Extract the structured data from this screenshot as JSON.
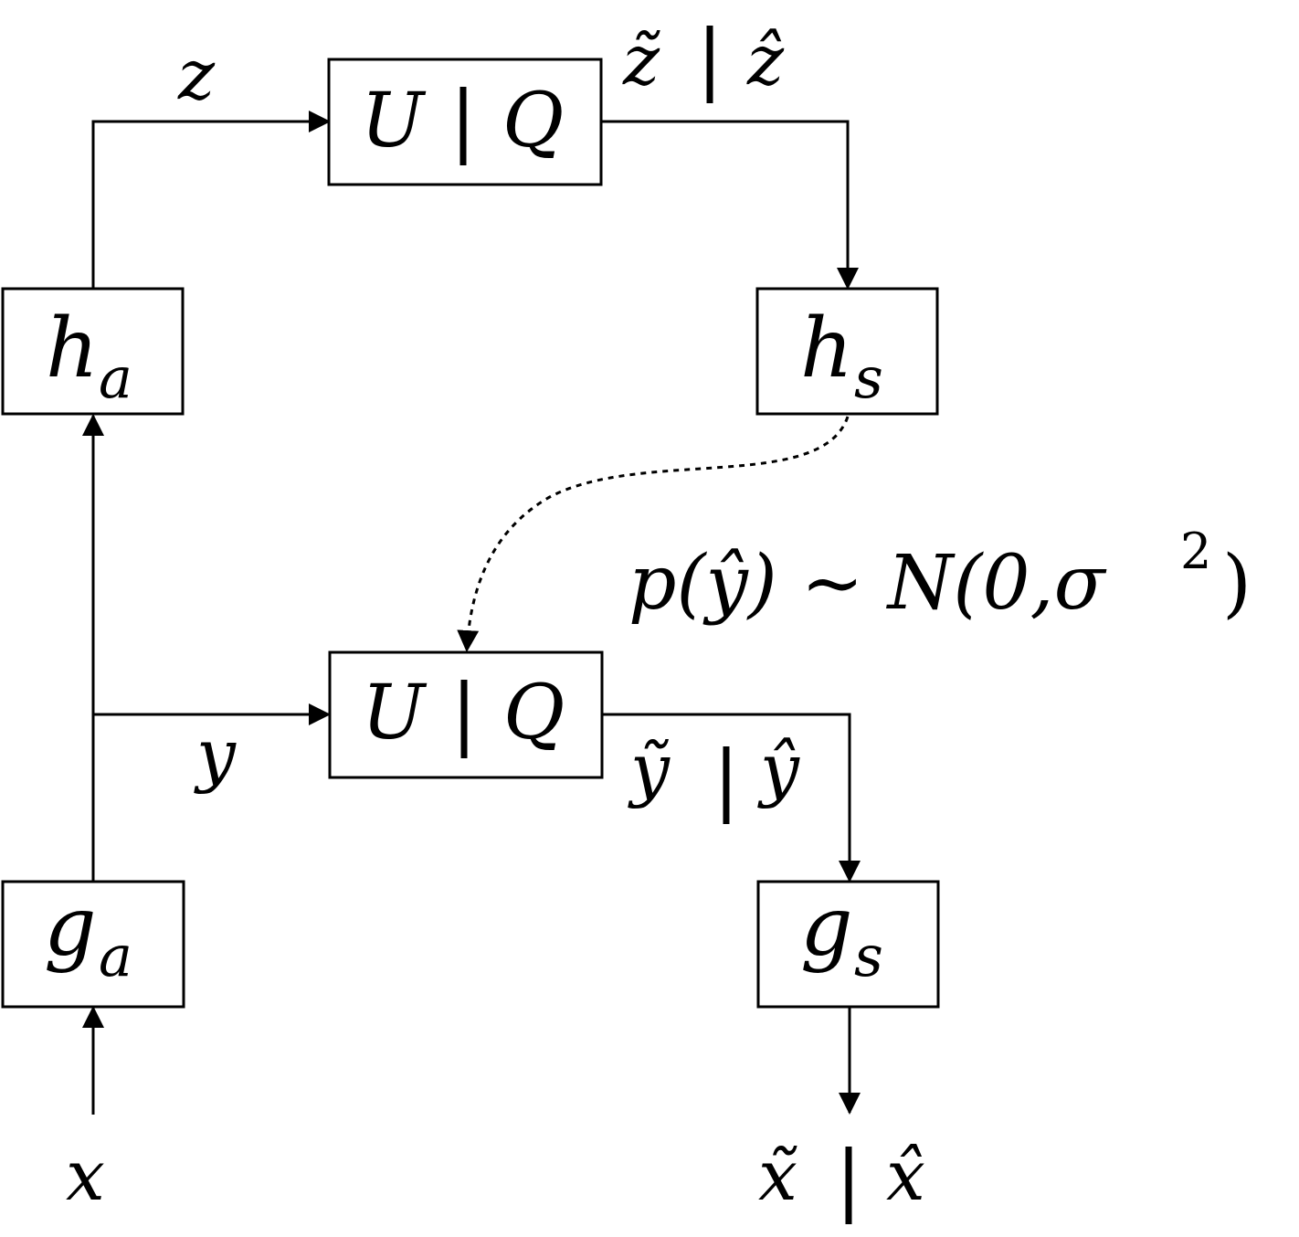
{
  "diagram": {
    "nodes": {
      "ha": {
        "main": "h",
        "sub": "a"
      },
      "hs": {
        "main": "h",
        "sub": "s"
      },
      "ga": {
        "main": "g",
        "sub": "a"
      },
      "gs": {
        "main": "g",
        "sub": "s"
      },
      "uq_top": {
        "left": "U",
        "right": "Q"
      },
      "uq_bottom": {
        "left": "U",
        "right": "Q"
      }
    },
    "labels": {
      "z": "z",
      "z_tilde": "z̃",
      "z_hat": "ẑ",
      "y": "y",
      "y_tilde": "ỹ",
      "y_hat": "ŷ",
      "x": "x",
      "x_tilde": "x̃",
      "x_hat": "x̂",
      "prior_left": "p(ŷ) ~ N(0,σ",
      "prior_exp": "2",
      "prior_close": ")"
    }
  }
}
